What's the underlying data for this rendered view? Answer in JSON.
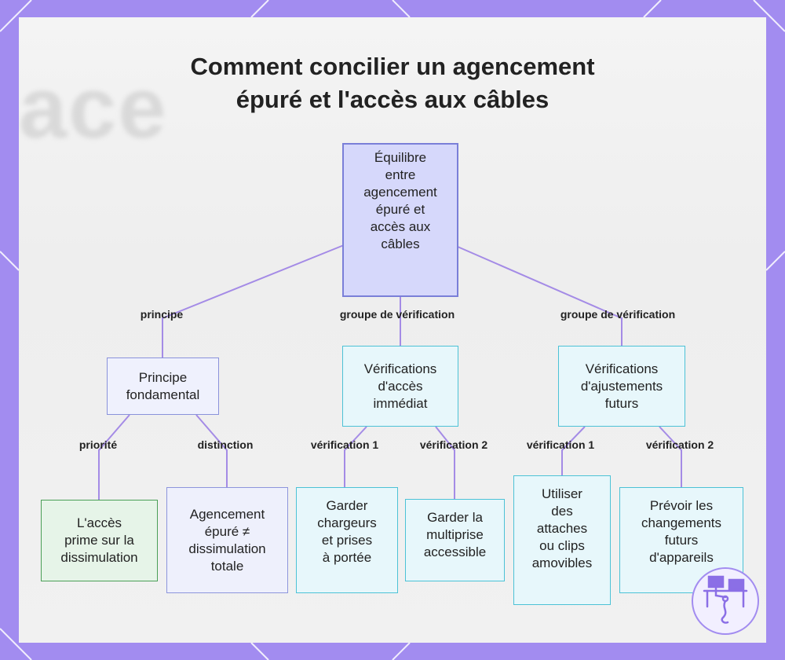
{
  "title": {
    "line1": "Comment concilier un agencement",
    "line2": "épuré et l'accès aux câbles"
  },
  "background_word": "ace",
  "nodes": {
    "root": [
      "Équilibre",
      "entre",
      "agencement",
      "épuré et",
      "accès aux",
      "câbles"
    ],
    "principle": [
      "Principe",
      "fondamental"
    ],
    "immediate": [
      "Vérifications",
      "d'accès",
      "immédiat"
    ],
    "future": [
      "Vérifications",
      "d'ajustements",
      "futurs"
    ],
    "priority": [
      "L'accès",
      "prime sur la",
      "dissimulation"
    ],
    "distinction": [
      "Agencement",
      "épuré ≠",
      "dissimulation",
      "totale"
    ],
    "chargers": [
      "Garder",
      "chargeurs",
      "et prises",
      "à portée"
    ],
    "powerstrip": [
      "Garder la",
      "multiprise",
      "accessible"
    ],
    "clips": [
      "Utiliser",
      "des",
      "attaches",
      "ou clips",
      "amovibles"
    ],
    "devices": [
      "Prévoir les",
      "changements",
      "futurs",
      "d'appareils"
    ]
  },
  "edges": {
    "principe": "principe",
    "groupe1": "groupe de vérification",
    "groupe2": "groupe de vérification",
    "priorite": "priorité",
    "distinction": "distinction",
    "verif1a": "vérification 1",
    "verif2a": "vérification 2",
    "verif1b": "vérification 1",
    "verif2b": "vérification 2"
  },
  "colors": {
    "frame": "#a28cf0",
    "edge": "#a48be6",
    "root_fill": "#d6d8fb",
    "green_border": "#4a9f57",
    "cyan_border": "#4cc2d6"
  },
  "logo_icon": "desk-workspace-icon"
}
